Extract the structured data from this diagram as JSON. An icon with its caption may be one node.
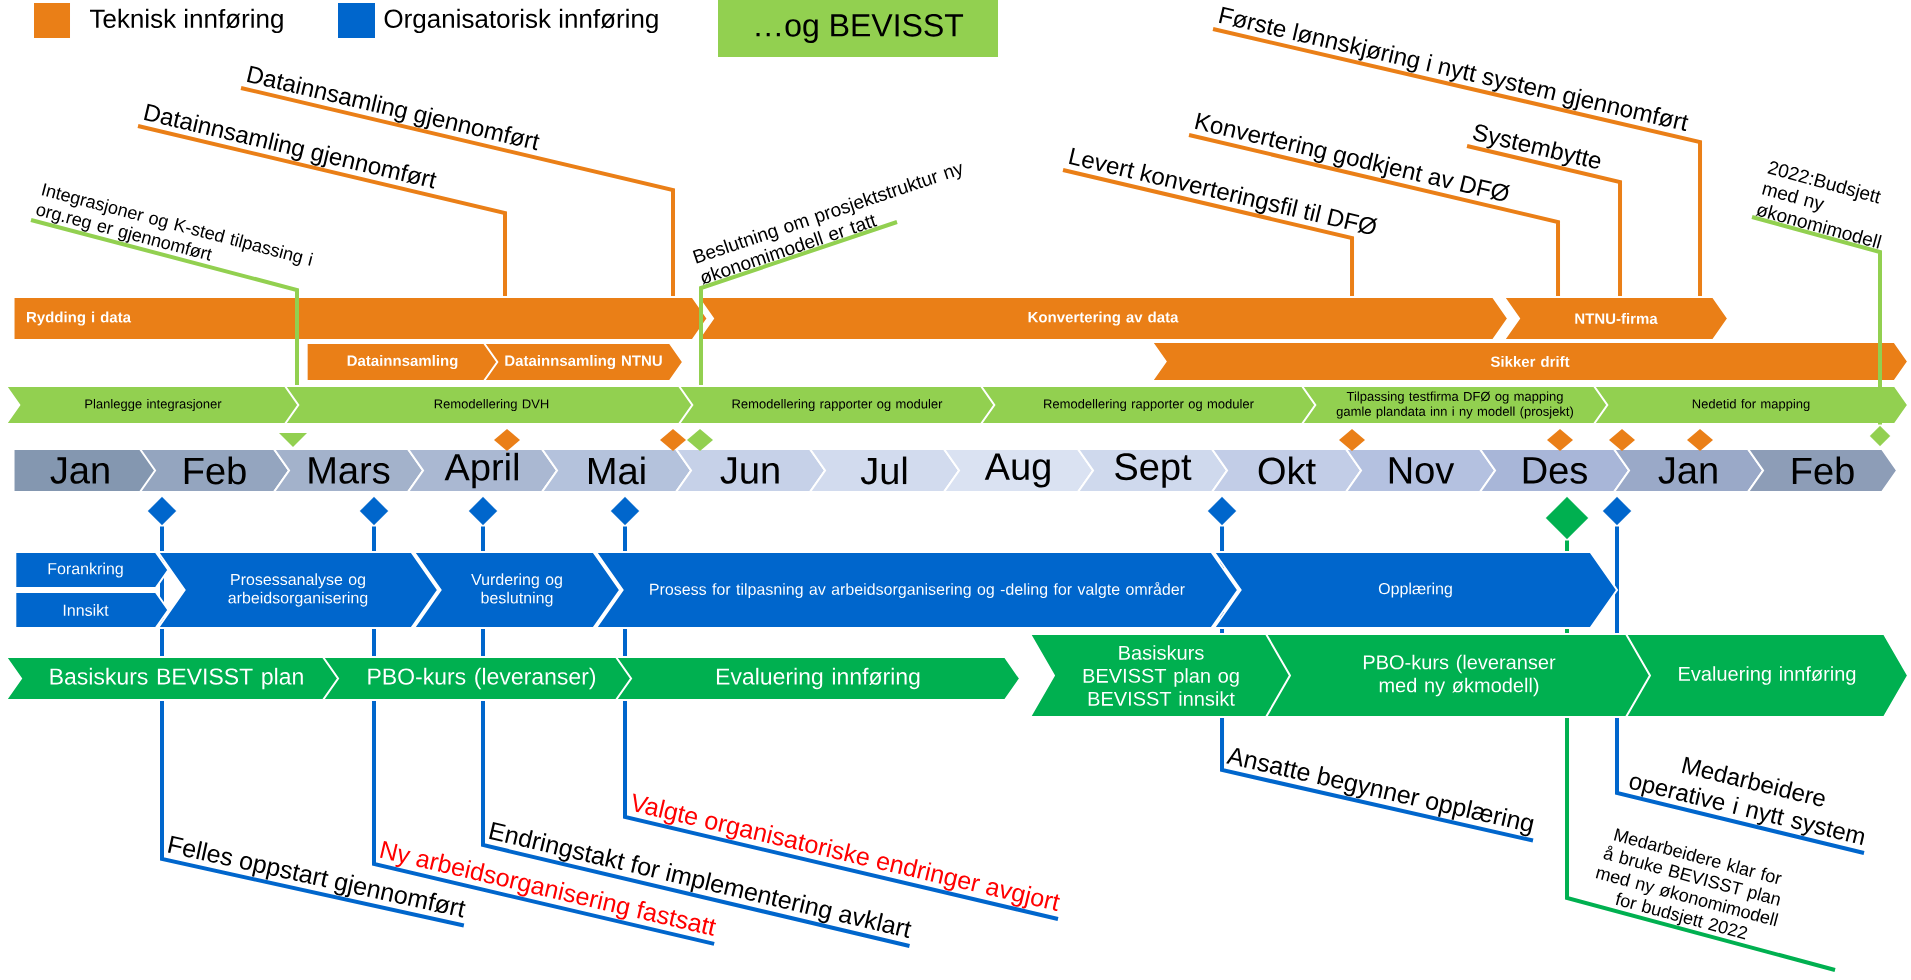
{
  "diagram": {
    "nodes": [
      {
        "text": [
          "Første lønnskjøring i nytt system gjennomført"
        ]
      },
      {
        "text": [
          "Datainnsamling gjennomført"
        ]
      },
      {
        "text": [
          "Datainnsamling gjennomført"
        ]
      },
      {
        "text": [
          "Konvertering godkjent av DFØ"
        ]
      },
      {
        "text": [
          "Systembytte"
        ]
      },
      {
        "text": [
          "Levert konverteringsfil til DFØ"
        ]
      },
      {
        "text": [
          "Integrasjoner og K-sted tilpassing i org.reg er gjennomført"
        ]
      },
      {
        "text": [
          "Beslutning om prosjektstruktur ny økonomimodell er tatt"
        ]
      },
      {
        "text": [
          "2022:Budsjett med ny økonomimodell"
        ]
      },
      {
        "text": [
          "Rydding i data"
        ]
      },
      {
        "text": [
          "Konvertering av data"
        ]
      },
      {
        "text": [
          "NTNU-firma"
        ]
      },
      {
        "text": [
          "Datainnsamling"
        ]
      },
      {
        "text": [
          "Datainnsamling NTNU"
        ]
      },
      {
        "text": [
          "Sikker drift"
        ]
      },
      {
        "text": [
          "Planlegge integrasjoner"
        ]
      },
      {
        "text": [
          "Remodellering DVH"
        ]
      },
      {
        "text": [
          "Remodellering rapporter og moduler"
        ]
      },
      {
        "text": [
          "Remodellering rapporter og moduler"
        ]
      },
      {
        "text": [
          "Tilpassing testfirma DFØ og mapping gamle plandata inn i ny modell (prosjekt)"
        ]
      },
      {
        "text": [
          "Nedetid for mapping"
        ]
      },
      {
        "text": [],
        "shape": "diamond"
      },
      {
        "text": [
          "Jan"
        ]
      },
      {
        "text": [
          "Feb"
        ]
      },
      {
        "text": [
          "Mars"
        ]
      },
      {
        "text": [
          "April"
        ]
      },
      {
        "text": [
          "Mai"
        ]
      },
      {
        "text": [
          "Jun"
        ]
      },
      {
        "text": [
          "Jul"
        ]
      },
      {
        "text": [
          "Aug"
        ]
      },
      {
        "text": [
          "Sept"
        ]
      },
      {
        "text": [
          "Okt"
        ]
      },
      {
        "text": [
          "Nov"
        ]
      },
      {
        "text": [
          "Des"
        ]
      },
      {
        "text": [
          "Jan"
        ]
      },
      {
        "text": [
          "Feb"
        ]
      },
      {
        "text": [],
        "shape": "diamond"
      },
      {
        "text": [],
        "shape": "diamond"
      },
      {
        "text": [],
        "shape": "diamond"
      },
      {
        "text": [],
        "shape": "diamond"
      },
      {
        "text": [],
        "shape": "diamond"
      },
      {
        "text": [],
        "shape": "diamond"
      },
      {
        "text": [],
        "shape": "diamond"
      },
      {
        "text": [
          "Forankring"
        ]
      },
      {
        "text": [
          "Innsikt"
        ]
      },
      {
        "text": [
          "Prosessanalyse og arbeidsorganisering"
        ]
      },
      {
        "text": [
          "Vurdering og beslutning"
        ]
      },
      {
        "text": [
          "Prosess for tilpasning av arbeidsorganisering og -deling for valgte områder"
        ]
      },
      {
        "text": [
          "Opplæring"
        ]
      },
      {
        "text": [
          "Basiskurs BEVISST plan"
        ]
      },
      {
        "text": [
          "PBO-kurs (leveranser)"
        ]
      },
      {
        "text": [
          "Evaluering innføring"
        ]
      },
      {
        "text": [
          "Basiskurs BEVISST plan og BEVISST innsikt"
        ]
      },
      {
        "text": [
          "PBO-kurs (leveranser med ny økmodell)"
        ]
      },
      {
        "text": [
          "Evaluering innføring"
        ]
      },
      {
        "text": [
          "Felles oppstart gjennomført"
        ]
      },
      {
        "text": [
          "Ny arbeidsorganisering fastsatt"
        ]
      },
      {
        "text": [
          "Endringstakt for implementering avklart"
        ]
      },
      {
        "text": [
          "Valgte organisatoriske endringer avgjort"
        ]
      },
      {
        "text": [
          "Ansatte begynner opplæring"
        ]
      },
      {
        "text": [
          "Medarbeidere operative i nytt system"
        ]
      },
      {
        "text": [
          "Medarbeidere klar for å bruke BEVISST plan med ny økonomimodell for budsjett 2022"
        ]
      }
    ],
    "edges": [
      {
        "from": 0,
        "to": 11,
        "arrow": "none",
        "color": "#ea7f17"
      },
      {
        "from": 1,
        "to": 9,
        "arrow": "none",
        "color": "#ea7f17"
      },
      {
        "from": 2,
        "to": 9,
        "arrow": "none",
        "color": "#ea7f17"
      },
      {
        "from": 3,
        "to": 11,
        "arrow": "none",
        "color": "#ea7f17"
      },
      {
        "from": 4,
        "to": 11,
        "arrow": "none",
        "color": "#ea7f17"
      },
      {
        "from": 5,
        "to": 10,
        "arrow": "none",
        "color": "#ea7f17"
      },
      {
        "from": 6,
        "to": 16,
        "arrow": "none",
        "color": "#92d050"
      },
      {
        "from": 7,
        "to": 17,
        "arrow": "none",
        "color": "#92d050"
      },
      {
        "from": 8,
        "to": 21,
        "arrow": "none",
        "color": "#92d050"
      },
      {
        "from": 55,
        "to": 36,
        "arrow": "none",
        "color": "#0066cc"
      },
      {
        "from": 56,
        "to": 37,
        "arrow": "none",
        "color": "#0066cc"
      },
      {
        "from": 57,
        "to": 38,
        "arrow": "none",
        "color": "#0066cc"
      },
      {
        "from": 58,
        "to": 39,
        "arrow": "none",
        "color": "#0066cc"
      },
      {
        "from": 59,
        "to": 40,
        "arrow": "none",
        "color": "#0066cc"
      },
      {
        "from": 60,
        "to": 42,
        "arrow": "none",
        "color": "#0066cc"
      },
      {
        "from": 61,
        "to": 41,
        "arrow": "none",
        "color": "#00b050"
      }
    ],
    "legend": [
      {
        "text": "Teknisk innføring",
        "color": "#ea7f17"
      },
      {
        "text": "Organisatorisk innføring",
        "color": "#0066cc"
      },
      {
        "text": "…og BEVISST",
        "color": "#92d050"
      }
    ]
  }
}
